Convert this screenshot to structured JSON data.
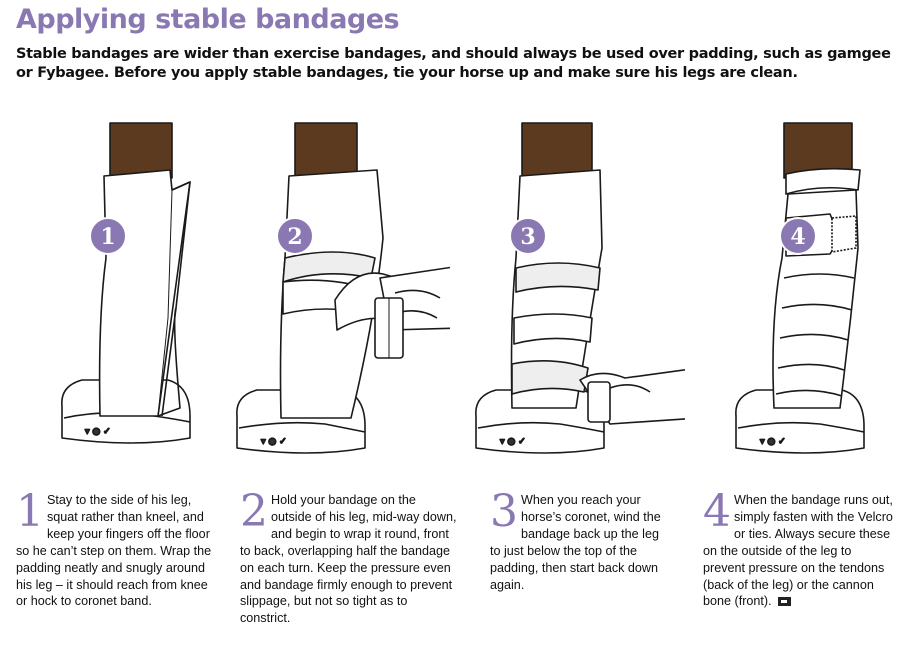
{
  "header": {
    "title": "Applying stable bandages",
    "intro": "Stable bandages are wider than exercise bandages, and should always be used over padding, such as gamgee or Fybagee. Before you apply stable bandages, tie your horse up and make sure his legs are clean."
  },
  "colors": {
    "accent": "#8a78b3",
    "leg": "#5b3a1f",
    "outline": "#1a1a1a"
  },
  "steps": [
    {
      "number": "1",
      "text": "Stay to the side of his leg, squat rather than kneel, and keep your fingers off the floor so he can’t step on them. Wrap the padding neatly and snugly around his leg – it should reach from knee or hock to coronet band."
    },
    {
      "number": "2",
      "text": "Hold your bandage on the outside of his leg, mid-way down, and begin to wrap it round, front to back, overlapping half the bandage on each turn. Keep the pressure even and bandage firmly enough to prevent slippage, but not so tight as to constrict."
    },
    {
      "number": "3",
      "text": "When you reach your horse’s coronet, wind the bandage back up the leg to just below the top of the padding, then start back down again."
    },
    {
      "number": "4",
      "text": "When the bandage runs out, simply fasten with the Velcro or ties. Always secure these on the outside of the leg to prevent pressure on the tendons (back of the leg) or the cannon bone (front)."
    }
  ],
  "credit_icon": "camera-credit-icon"
}
